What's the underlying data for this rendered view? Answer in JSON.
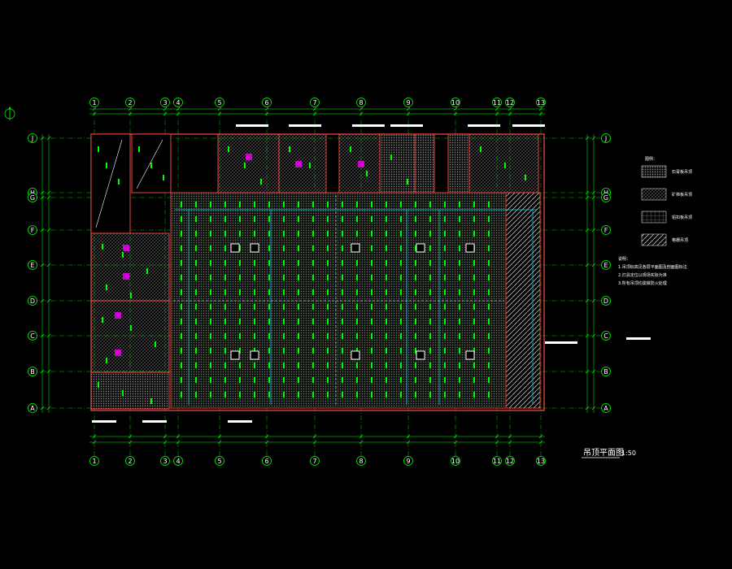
{
  "title": {
    "text": "吊顶平面图",
    "scale": "1:50"
  },
  "colors": {
    "background": "#000000",
    "grid": "#00ff00",
    "wall": "#ff4a4a",
    "light": "#00ff00",
    "fixture": "#d000d0",
    "pipe": "#00e0ff",
    "hatch": "#9a9a9a",
    "text": "#ffffff"
  },
  "axes": {
    "columns": [
      "1",
      "2",
      "3",
      "4",
      "5",
      "6",
      "7",
      "8",
      "9",
      "10",
      "11",
      "12",
      "13"
    ],
    "rows": [
      "J",
      "H",
      "G",
      "F",
      "E",
      "D",
      "C",
      "B",
      "A"
    ]
  },
  "north_arrow": {
    "icon": "north-arrow-icon"
  },
  "legend": {
    "title": "图例：",
    "items": [
      {
        "pattern": "gypsum",
        "label": "石膏板吊顶"
      },
      {
        "pattern": "mineral",
        "label": "矿棉板吊顶"
      },
      {
        "pattern": "grid",
        "label": "铝扣板吊顶"
      },
      {
        "pattern": "diagonal",
        "label": "格栅吊顶"
      }
    ]
  },
  "notes": {
    "title": "说明：",
    "lines": [
      "1.吊顶标高见各层平面图及剖面图标注",
      "2.灯具定位以现场实际为准",
      "3.所有吊顶均需做防火处理"
    ]
  }
}
